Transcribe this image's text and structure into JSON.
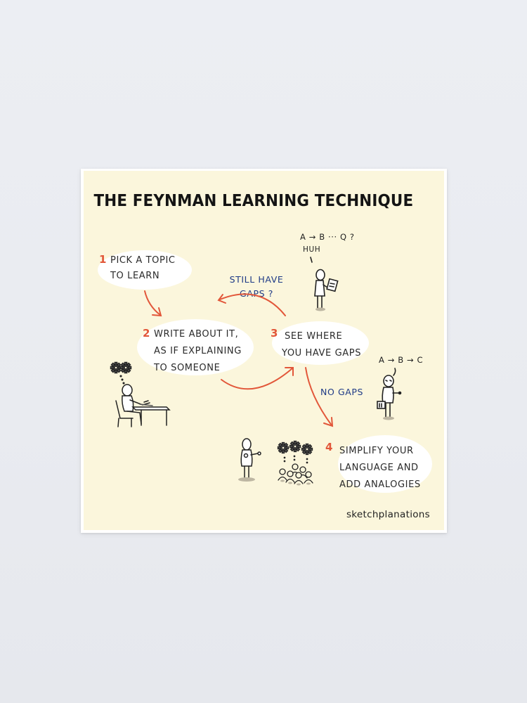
{
  "poster": {
    "title": "THE FEYNMAN LEARNING TECHNIQUE",
    "background_color": "#fbf6dc",
    "accent_color": "#e2573a",
    "label_color": "#1e3a86",
    "steps": [
      {
        "number": "1",
        "line1": "PICK A TOPIC",
        "line2": "TO LEARN"
      },
      {
        "number": "2",
        "line1": "WRITE ABOUT IT,",
        "line2": "AS IF EXPLAINING",
        "line3": "TO SOMEONE"
      },
      {
        "number": "3",
        "line1": "SEE WHERE",
        "line2": "YOU HAVE GAPS"
      },
      {
        "number": "4",
        "line1": "SIMPLIFY YOUR",
        "line2": "LANGUAGE AND",
        "line3": "ADD ANALOGIES"
      }
    ],
    "loop_label": {
      "line1": "STILL HAVE",
      "line2": "GAPS ?"
    },
    "exit_label": "NO GAPS",
    "confused_figure": {
      "thought": "A → B ··· Q ?",
      "speech": "HUH"
    },
    "confident_figure": {
      "speech": "A → B → C"
    },
    "signature": "sketchplanations"
  }
}
